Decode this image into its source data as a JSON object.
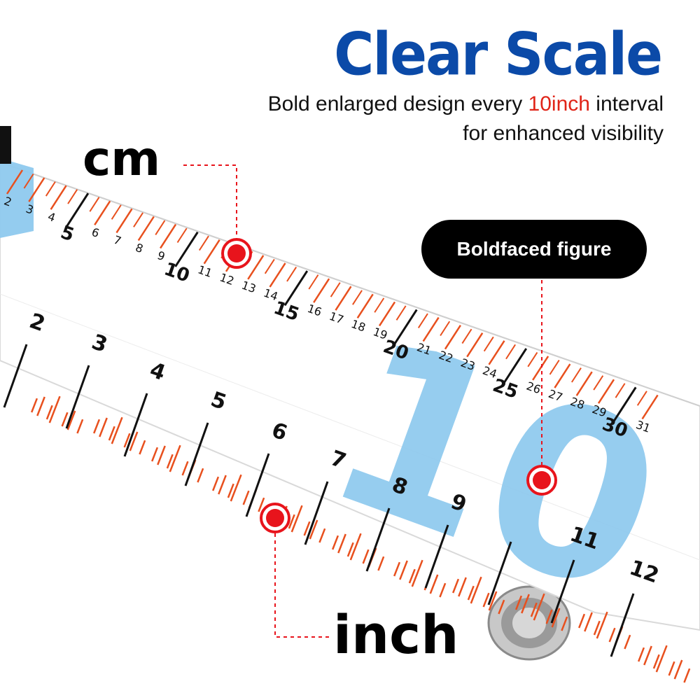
{
  "header": {
    "title": "Clear Scale",
    "subtitle_line1_pre": "Bold enlarged design every ",
    "subtitle_highlight": "10inch",
    "subtitle_line1_post": " interval",
    "subtitle_line2": "for enhanced visibility"
  },
  "labels": {
    "cm": "cm",
    "inch": "inch",
    "boldfaced": "Boldfaced figure",
    "big_ten": "10"
  },
  "colors": {
    "title": "#0b4aa8",
    "highlight": "#e02418",
    "tick_orange": "#e8501e",
    "tick_black": "#111111",
    "blue_figure": "#8ec9ee",
    "marker_red": "#e8141c",
    "pill_bg": "#000000"
  },
  "ruler": {
    "cm_numbers": [
      "2",
      "3",
      "4",
      "5",
      "6",
      "7",
      "8",
      "9",
      "10",
      "11",
      "12",
      "13",
      "14",
      "15",
      "16",
      "17",
      "18",
      "19",
      "20",
      "21",
      "22",
      "23",
      "24",
      "25",
      "26",
      "27",
      "28",
      "29",
      "30",
      "31"
    ],
    "inch_numbers": [
      "2",
      "3",
      "4",
      "5",
      "6",
      "7",
      "8",
      "9",
      "11",
      "12"
    ]
  }
}
